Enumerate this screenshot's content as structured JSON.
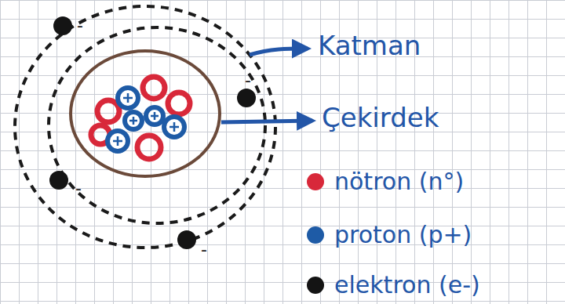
{
  "diagram": {
    "labels": [
      "Katman",
      "Çekirdek",
      "-",
      "-",
      "-",
      "-"
    ],
    "legend": [
      {
        "text": "nötron (n°)",
        "color": "#d8283a"
      },
      {
        "text": "proton (p+)",
        "color": "#1e5ba6"
      },
      {
        "text": "elektron (e-)",
        "color": "#141414"
      }
    ]
  }
}
